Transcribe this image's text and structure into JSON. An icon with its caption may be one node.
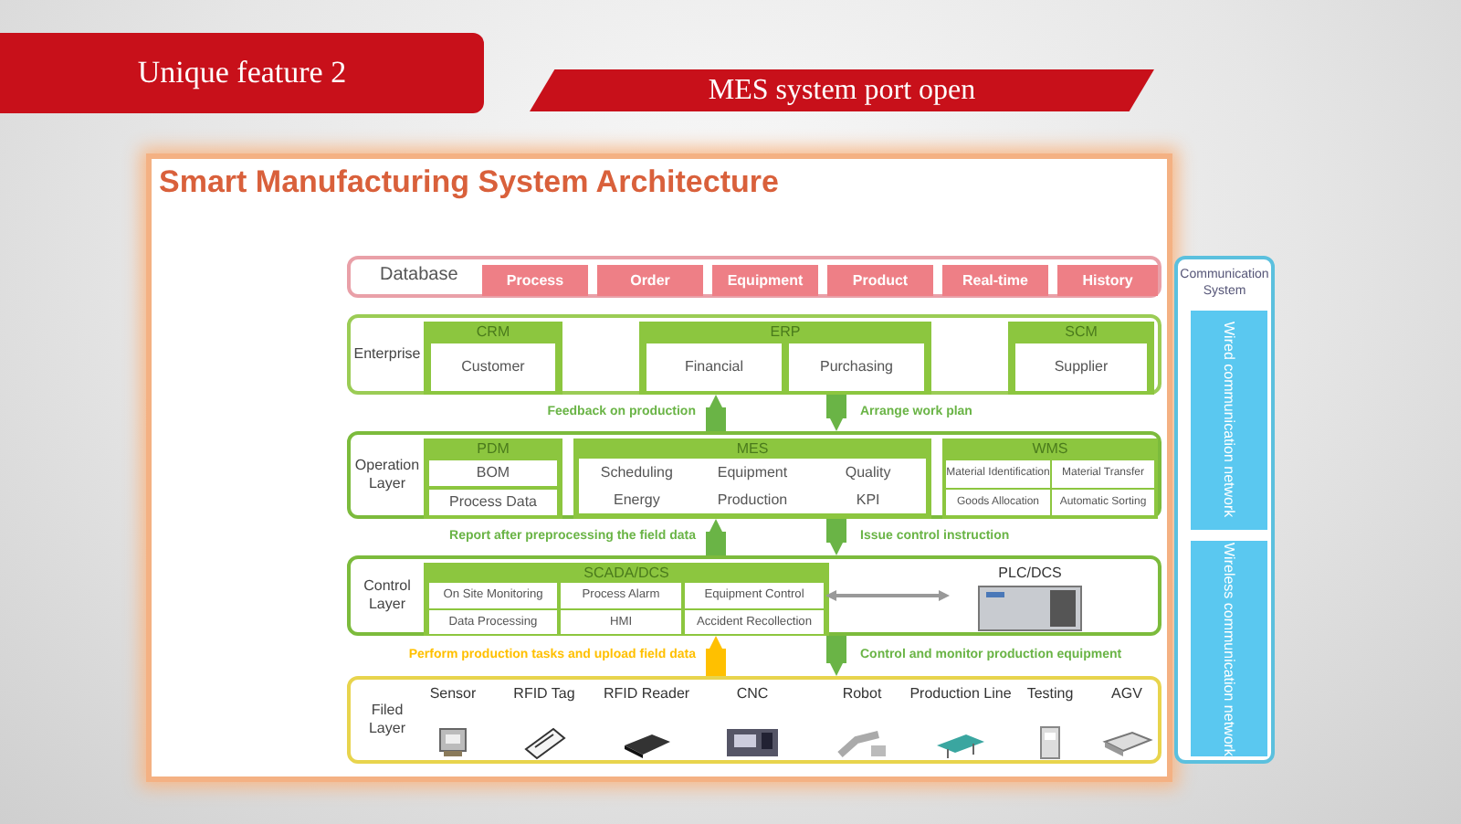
{
  "diagram": {
    "title": "Smart Manufacturing System Architecture",
    "nodes": [
      {
        "text": [
          "Database"
        ]
      },
      {
        "text": [
          "Process"
        ],
        "in": 0
      },
      {
        "text": [
          "Order"
        ],
        "in": 0
      },
      {
        "text": [
          "Equipment"
        ],
        "in": 0
      },
      {
        "text": [
          "Product"
        ],
        "in": 0
      },
      {
        "text": [
          "Real-time"
        ],
        "in": 0
      },
      {
        "text": [
          "History"
        ],
        "in": 0
      },
      {
        "text": [
          "Enterprise"
        ]
      },
      {
        "text": [
          "CRM"
        ],
        "in": 7
      },
      {
        "text": [
          "Customer"
        ],
        "in": 8
      },
      {
        "text": [
          "ERP"
        ],
        "in": 7
      },
      {
        "text": [
          "Financial"
        ],
        "in": 10
      },
      {
        "text": [
          "Purchasing"
        ],
        "in": 10
      },
      {
        "text": [
          "SCM"
        ],
        "in": 7
      },
      {
        "text": [
          "Supplier"
        ],
        "in": 13
      },
      {
        "text": [
          "Operation Layer"
        ]
      },
      {
        "text": [
          "PDM"
        ],
        "in": 15
      },
      {
        "text": [
          "BOM"
        ],
        "in": 16
      },
      {
        "text": [
          "Process Data"
        ],
        "in": 16
      },
      {
        "text": [
          "MES",
          "Scheduling",
          "Equipment",
          "Quality",
          "Energy",
          "Production",
          "KPI"
        ],
        "in": 15
      },
      {
        "text": [
          "WMS"
        ],
        "in": 15
      },
      {
        "text": [
          "Material Identification"
        ],
        "in": 20
      },
      {
        "text": [
          "Material Transfer"
        ],
        "in": 20
      },
      {
        "text": [
          "Goods Allocation"
        ],
        "in": 20
      },
      {
        "text": [
          "Automatic Sorting"
        ],
        "in": 20
      },
      {
        "text": [
          "Control Layer"
        ]
      },
      {
        "text": [
          "SCADA/DCS"
        ],
        "in": 25
      },
      {
        "text": [
          "On Site Monitoring"
        ],
        "in": 26
      },
      {
        "text": [
          "Process Alarm"
        ],
        "in": 26
      },
      {
        "text": [
          "Equipment Control"
        ],
        "in": 26
      },
      {
        "text": [
          "Data Processing"
        ],
        "in": 26
      },
      {
        "text": [
          "HMI"
        ],
        "in": 26
      },
      {
        "text": [
          "Accident Recollection"
        ],
        "in": 26
      },
      {
        "text": [
          "PLC/DCS"
        ],
        "in": 25
      },
      {
        "text": [
          "Filed Layer"
        ]
      },
      {
        "text": [
          "Sensor"
        ],
        "in": 34
      },
      {
        "text": [
          "RFID Tag"
        ],
        "in": 34
      },
      {
        "text": [
          "RFID Reader"
        ],
        "in": 34
      },
      {
        "text": [
          "CNC"
        ],
        "in": 34
      },
      {
        "text": [
          "Robot"
        ],
        "in": 34
      },
      {
        "text": [
          "Production Line"
        ],
        "in": 34
      },
      {
        "text": [
          "Testing"
        ],
        "in": 34
      },
      {
        "text": [
          "AGV"
        ],
        "in": 34
      },
      {
        "text": [
          "Communication System"
        ]
      },
      {
        "text": [
          "Wired communication network"
        ],
        "in": 43
      },
      {
        "text": [
          "Wireless communication network"
        ],
        "in": 43
      }
    ],
    "edges": [
      {
        "from": 15,
        "to": 7,
        "arrow": "to",
        "label": "Feedback on production"
      },
      {
        "from": 7,
        "to": 15,
        "arrow": "to",
        "label": "Arrange work plan"
      },
      {
        "from": 25,
        "to": 15,
        "arrow": "to",
        "label": "Report after preprocessing the field data"
      },
      {
        "from": 15,
        "to": 25,
        "arrow": "to",
        "label": "Issue control instruction"
      },
      {
        "from": 34,
        "to": 25,
        "arrow": "to",
        "label": "Perform production tasks and upload field data",
        "color": "#ffc000"
      },
      {
        "from": 25,
        "to": 34,
        "arrow": "to",
        "label": "Control and monitor production equipment"
      },
      {
        "from": 26,
        "to": 33,
        "arrow": "both",
        "color": "#999999"
      }
    ],
    "labels": [
      "Unique feature 2",
      "MES system port open"
    ]
  }
}
